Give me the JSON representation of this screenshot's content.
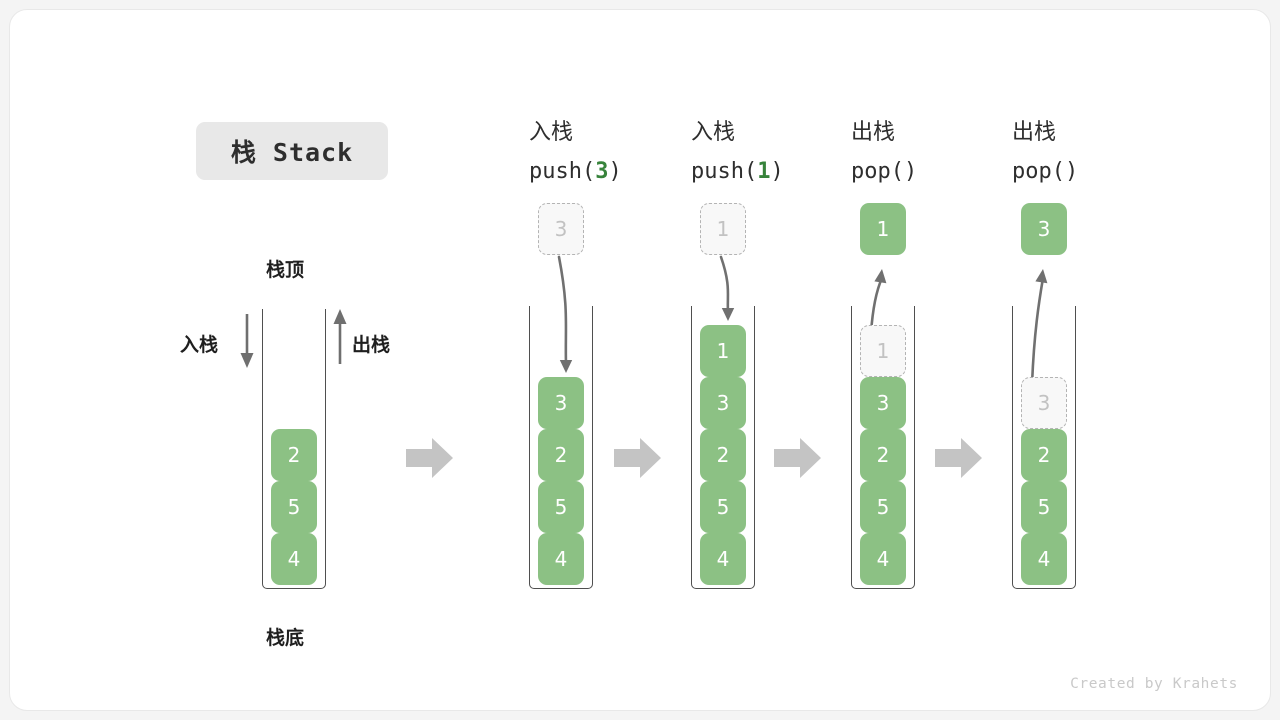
{
  "figure": {
    "title_chip": "栈 Stack",
    "credit": "Created by Krahets",
    "colors": {
      "element_fill": "#8cc184",
      "element_text": "#ffffff",
      "ghost_fill": "#f8f8f8",
      "ghost_border": "#b4b4b4",
      "ghost_text": "#c2c2c2",
      "accent_green_text": "#37833b",
      "wall": "#4f4f4f",
      "arrow_gray": "#707070",
      "step_arrow": "#c4c4c4",
      "chip_bg": "#e8e8e8",
      "card_bg": "#ffffff",
      "page_bg": "#f4f4f4"
    }
  },
  "initial_stack": {
    "top_label": "栈顶",
    "bottom_label": "栈底",
    "push_label": "入栈",
    "pop_label": "出栈",
    "elements": [
      "2",
      "5",
      "4"
    ]
  },
  "stages": [
    {
      "id": "push-3",
      "op_cn": "入栈",
      "op_code_prefix": "push(",
      "op_code_arg": "3",
      "op_code_suffix": ")",
      "floating": {
        "value": "3",
        "style": "ghost",
        "position": "above"
      },
      "arrow_direction": "down",
      "elements": [
        {
          "value": "3",
          "style": "filled"
        },
        {
          "value": "2",
          "style": "filled"
        },
        {
          "value": "5",
          "style": "filled"
        },
        {
          "value": "4",
          "style": "filled"
        }
      ]
    },
    {
      "id": "push-1",
      "op_cn": "入栈",
      "op_code_prefix": "push(",
      "op_code_arg": "1",
      "op_code_suffix": ")",
      "floating": {
        "value": "1",
        "style": "ghost",
        "position": "above"
      },
      "arrow_direction": "down",
      "elements": [
        {
          "value": "1",
          "style": "filled"
        },
        {
          "value": "3",
          "style": "filled"
        },
        {
          "value": "2",
          "style": "filled"
        },
        {
          "value": "5",
          "style": "filled"
        },
        {
          "value": "4",
          "style": "filled"
        }
      ]
    },
    {
      "id": "pop-1",
      "op_cn": "出栈",
      "op_code_prefix": "pop(",
      "op_code_arg": "",
      "op_code_suffix": ")",
      "floating": {
        "value": "1",
        "style": "filled",
        "position": "above"
      },
      "arrow_direction": "up",
      "elements": [
        {
          "value": "1",
          "style": "ghost"
        },
        {
          "value": "3",
          "style": "filled"
        },
        {
          "value": "2",
          "style": "filled"
        },
        {
          "value": "5",
          "style": "filled"
        },
        {
          "value": "4",
          "style": "filled"
        }
      ]
    },
    {
      "id": "pop-3",
      "op_cn": "出栈",
      "op_code_prefix": "pop(",
      "op_code_arg": "",
      "op_code_suffix": ")",
      "floating": {
        "value": "3",
        "style": "filled",
        "position": "above"
      },
      "arrow_direction": "up",
      "elements": [
        {
          "value": "3",
          "style": "ghost"
        },
        {
          "value": "2",
          "style": "filled"
        },
        {
          "value": "5",
          "style": "filled"
        },
        {
          "value": "4",
          "style": "filled"
        }
      ]
    }
  ]
}
